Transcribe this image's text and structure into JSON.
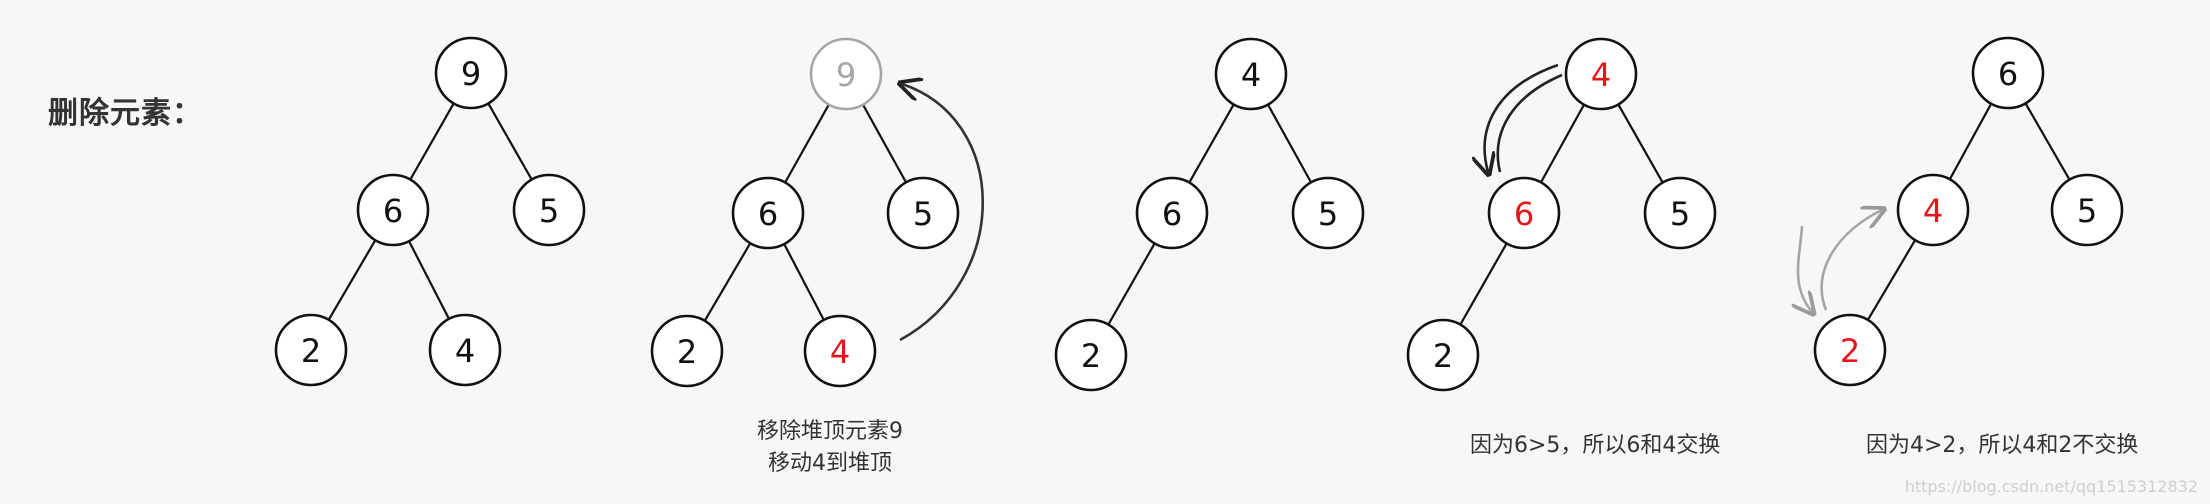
{
  "title": "删除元素：",
  "captions": {
    "step2_line1": "移除堆顶元素9",
    "step2_line2": "移动4到堆顶",
    "step4": "因为6>5，所以6和4交换",
    "step5": "因为4>2，所以4和2不交换"
  },
  "watermark": "https://blog.csdn.net/qq1515312832",
  "colors": {
    "normal": "#111111",
    "highlight": "#e8141b",
    "faded": "#a6a6a6"
  },
  "trees": [
    {
      "nodes": [
        {
          "value": "9",
          "state": "normal"
        },
        {
          "value": "6",
          "state": "normal"
        },
        {
          "value": "5",
          "state": "normal"
        },
        {
          "value": "2",
          "state": "normal"
        },
        {
          "value": "4",
          "state": "normal"
        }
      ]
    },
    {
      "nodes": [
        {
          "value": "9",
          "state": "faded"
        },
        {
          "value": "6",
          "state": "normal"
        },
        {
          "value": "5",
          "state": "normal"
        },
        {
          "value": "2",
          "state": "normal"
        },
        {
          "value": "4",
          "state": "highlight-text"
        }
      ]
    },
    {
      "nodes": [
        {
          "value": "4",
          "state": "normal"
        },
        {
          "value": "6",
          "state": "normal"
        },
        {
          "value": "5",
          "state": "normal"
        },
        {
          "value": "2",
          "state": "normal"
        }
      ]
    },
    {
      "nodes": [
        {
          "value": "4",
          "state": "highlight-text"
        },
        {
          "value": "6",
          "state": "highlight-text"
        },
        {
          "value": "5",
          "state": "normal"
        },
        {
          "value": "2",
          "state": "normal"
        }
      ]
    },
    {
      "nodes": [
        {
          "value": "6",
          "state": "normal"
        },
        {
          "value": "4",
          "state": "highlight-text"
        },
        {
          "value": "5",
          "state": "normal"
        },
        {
          "value": "2",
          "state": "highlight-text"
        }
      ]
    }
  ]
}
